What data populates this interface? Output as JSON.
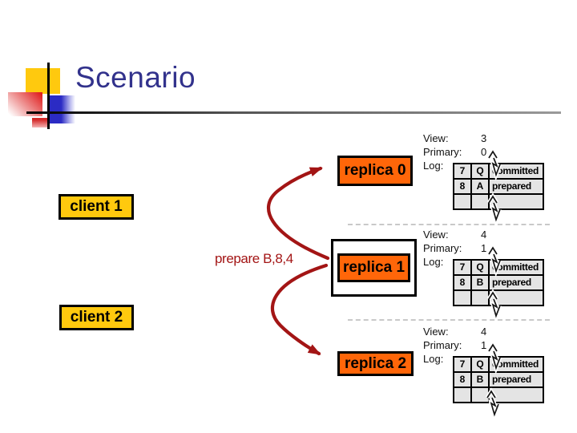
{
  "slide": {
    "title": "Scenario"
  },
  "nodes": {
    "replica0": {
      "label": "replica 0"
    },
    "client1": {
      "label": "client 1"
    },
    "replica1": {
      "label": "replica 1"
    },
    "client2": {
      "label": "client 2"
    },
    "replica2": {
      "label": "replica 2"
    }
  },
  "message": {
    "label": "prepare B,8,4"
  },
  "labels": {
    "view": "View:",
    "primary": "Primary:",
    "log": "Log:"
  },
  "states": [
    {
      "view": "3",
      "primary": "0",
      "rows": [
        [
          "7",
          "Q",
          "committed"
        ],
        [
          "8",
          "A",
          "prepared"
        ],
        [
          "",
          "",
          ""
        ]
      ]
    },
    {
      "view": "4",
      "primary": "1",
      "rows": [
        [
          "7",
          "Q",
          "committed"
        ],
        [
          "8",
          "B",
          "prepared"
        ],
        [
          "",
          "",
          ""
        ]
      ]
    },
    {
      "view": "4",
      "primary": "1",
      "rows": [
        [
          "7",
          "Q",
          "committed"
        ],
        [
          "8",
          "B",
          "prepared"
        ],
        [
          "",
          "",
          ""
        ]
      ]
    }
  ],
  "colors": {
    "replica_fill": "#FF6609",
    "client_fill": "#FFC90E",
    "arrow": "#A31515",
    "title": "#32328C",
    "cell_fill": "#E4E4E4",
    "border": "#000000"
  }
}
